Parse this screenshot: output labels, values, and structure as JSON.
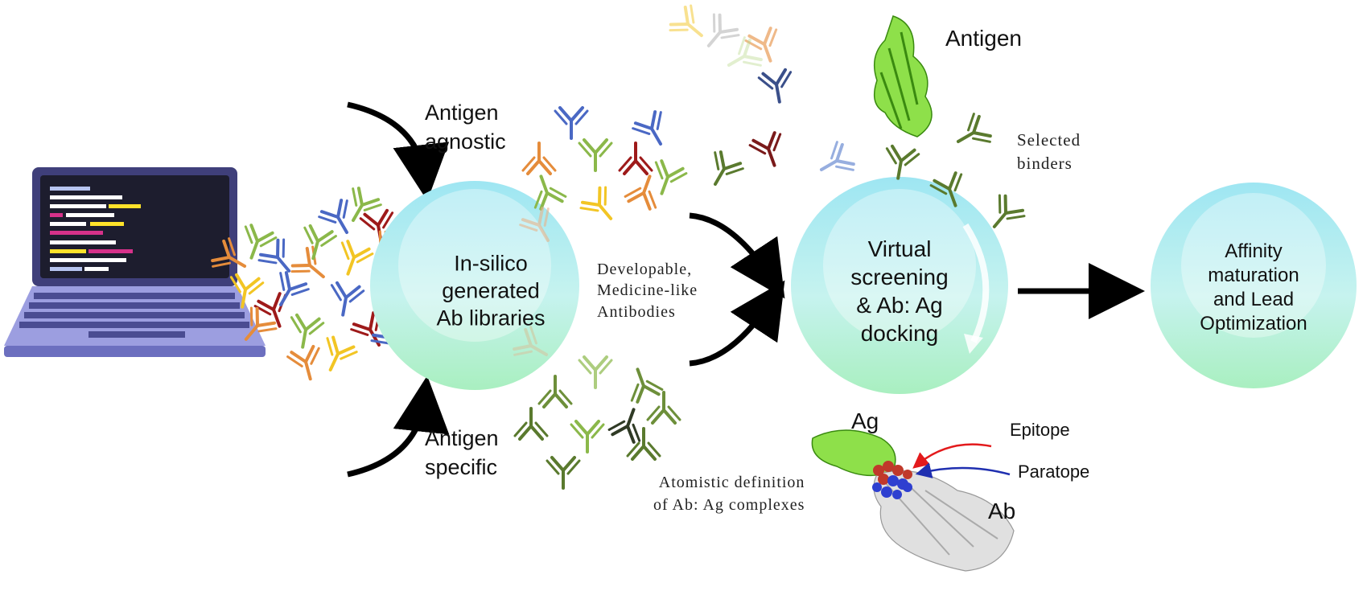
{
  "left_inputs": {
    "agnostic": [
      "Antigen",
      "agnostic"
    ],
    "specific": [
      "Antigen",
      "specific"
    ]
  },
  "stages": {
    "library": [
      "In-silico",
      "generated",
      "Ab libraries"
    ],
    "screening": [
      "Virtual",
      "screening",
      "& Ab: Ag",
      "docking"
    ],
    "maturation": [
      "Affinity",
      "maturation",
      "and Lead",
      "Optimization"
    ]
  },
  "annotations": {
    "developable": [
      "Developable,",
      "Medicine-like",
      "Antibodies"
    ],
    "antigen": "Antigen",
    "selected_binders": [
      "Selected",
      "binders"
    ],
    "atomistic": [
      "Atomistic definition",
      "of Ab: Ag complexes"
    ],
    "ag": "Ag",
    "ab": "Ab",
    "epitope": "Epitope",
    "paratope": "Paratope"
  },
  "colors": {
    "circle_top": "#a8e8f5",
    "circle_bottom": "#b8f0cf",
    "arrow": "#000000",
    "epitope_arrow": "#e31a1c",
    "paratope_arrow": "#1f2fb0",
    "antigen_green": "#7ad13a",
    "ab_grey": "#cfcfcf"
  }
}
